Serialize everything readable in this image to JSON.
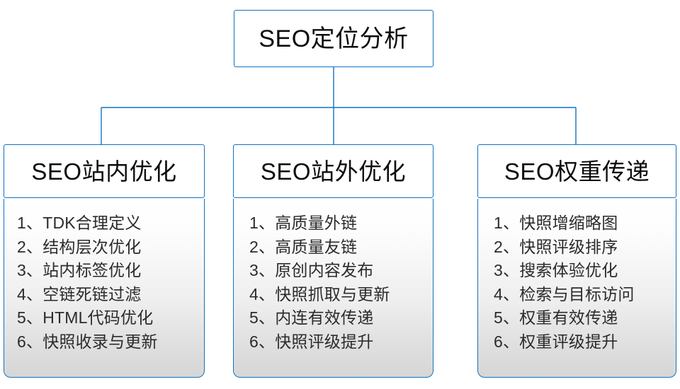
{
  "diagram": {
    "type": "hierarchy-tree",
    "accent_color": "#1271c0",
    "text_color": "#0d0d0d",
    "list_text_color": "#2b2b2b",
    "panel_gradient_from": "#ffffff",
    "panel_gradient_to": "#d6d6d6",
    "root": {
      "label": "SEO定位分析"
    },
    "branches": [
      {
        "title": "SEO站内优化",
        "items": [
          "1、TDK合理定义",
          "2、结构层次优化",
          "3、站内标签优化",
          "4、空链死链过滤",
          "5、HTML代码优化",
          "6、快照收录与更新"
        ]
      },
      {
        "title": "SEO站外优化",
        "items": [
          "1、高质量外链",
          "2、高质量友链",
          "3、原创内容发布",
          "4、快照抓取与更新",
          "5、内连有效传递",
          "6、快照评级提升"
        ]
      },
      {
        "title": "SEO权重传递",
        "items": [
          "1、快照增缩略图",
          "2、快照评级排序",
          "3、搜索体验优化",
          "4、检索与目标访问",
          "5、权重有效传递",
          "6、权重评级提升"
        ]
      }
    ]
  }
}
